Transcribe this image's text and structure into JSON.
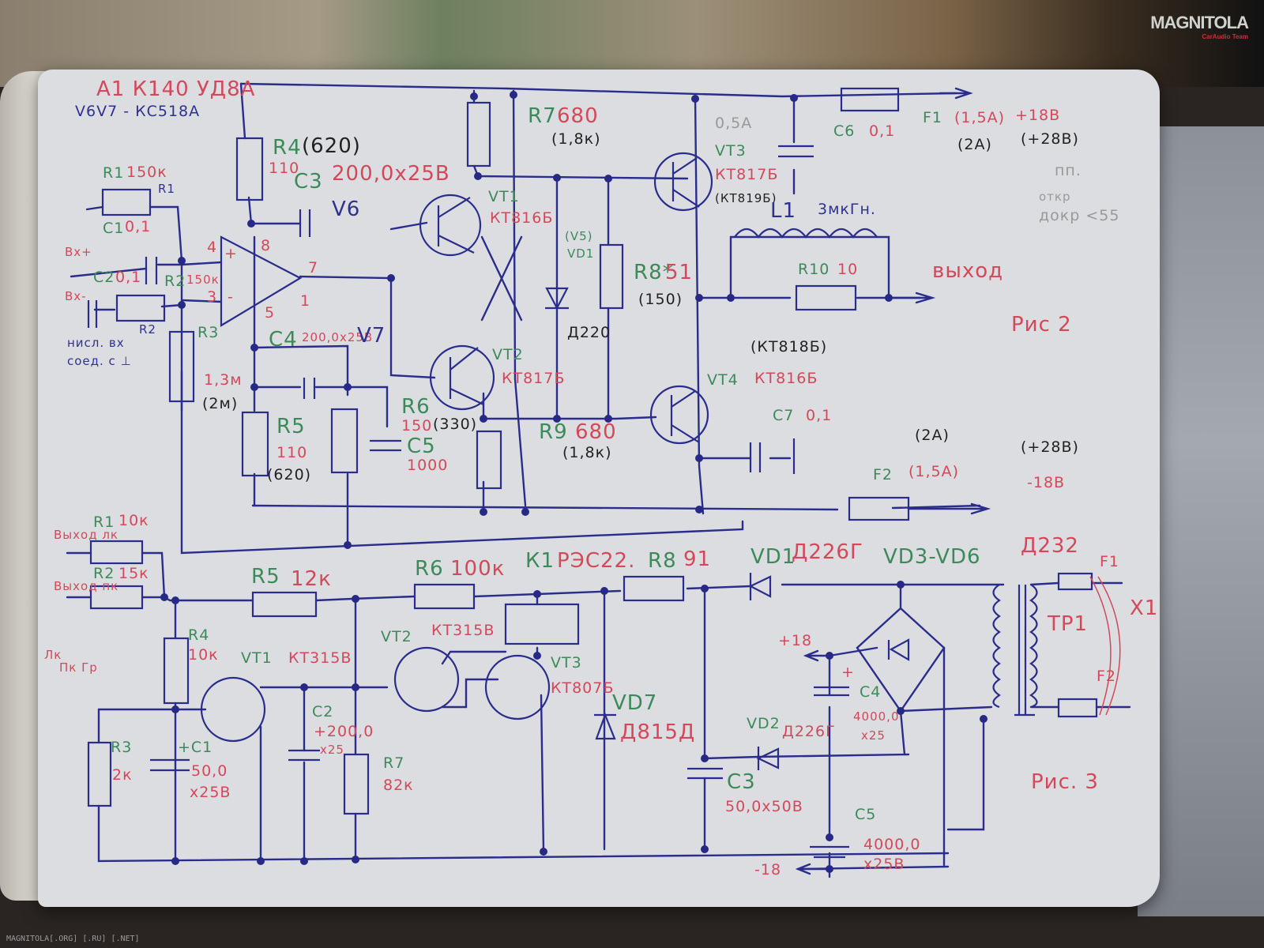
{
  "watermark": {
    "brand": "MAGNITOLA",
    "tagline": "CarAudio Team"
  },
  "footer": {
    "text": "MAGNITOLA[.ORG] [.RU] [.NET]"
  },
  "fig2": {
    "title": "Рис 2",
    "header_chip": "A1 К140 УД8А",
    "header_zener": "V6V7 - КС518А",
    "r1": {
      "name": "R1",
      "value": "150к",
      "alt_name": "R1"
    },
    "c1": {
      "name": "C1",
      "value": "0,1"
    },
    "c2": {
      "name": "C2",
      "value": "0,1"
    },
    "r2": {
      "name": "R2",
      "value": "150к",
      "alt_name": "R2"
    },
    "in_plus": "Вх+",
    "in_minus": "Вх-",
    "input_note_1": "нисл. вх",
    "input_note_2": "соед. с ⊥",
    "r3": {
      "name": "R3",
      "value": "1,3м",
      "alt": "(2м)"
    },
    "r4": {
      "name": "R4",
      "value": "110",
      "alt": "(620)"
    },
    "r5": {
      "name": "R5",
      "value": "110",
      "alt": "(620)"
    },
    "r6": {
      "name": "R6",
      "value": "150",
      "alt": "(330)"
    },
    "r7": {
      "name": "R7",
      "value": "680",
      "alt": "(1,8к)"
    },
    "r8": {
      "name": "R8*",
      "value": "51",
      "alt": "(150)"
    },
    "r9": {
      "name": "R9",
      "value": "680",
      "alt": "(1,8к)"
    },
    "r10": {
      "name": "R10",
      "value": "10"
    },
    "c3": {
      "name": "C3",
      "value": "200,0х25В"
    },
    "c4": {
      "name": "C4",
      "value": "200,0х25В"
    },
    "c5": {
      "name": "C5",
      "value": "1000"
    },
    "c6": {
      "name": "C6",
      "value": "0,1"
    },
    "c7": {
      "name": "C7",
      "value": "0,1"
    },
    "v6": "V6",
    "v7": "V7",
    "pins": {
      "p4": "4",
      "p3": "3",
      "p8": "8",
      "p7": "7",
      "p5": "5",
      "p1": "1",
      "plus": "+",
      "minus": "-"
    },
    "vt1": {
      "name": "VT1",
      "type": "КТ816Б"
    },
    "vt2": {
      "name": "VT2",
      "type": "КТ817Б"
    },
    "vt3": {
      "name": "VT3",
      "type": "КТ817Б",
      "alt": "(КТ819Б)",
      "fuse_note": "0,5А"
    },
    "vt4": {
      "name": "VT4",
      "type": "КТ816Б",
      "alt": "(КТ818Б)"
    },
    "vd1": {
      "name": "VD1",
      "alt_name": "(V5)",
      "type": "Д220"
    },
    "l1": {
      "name": "L1",
      "value": "3мкГн."
    },
    "f1": {
      "name": "F1",
      "value": "(1,5А)",
      "alt": "(2А)",
      "rail": "+18В",
      "rail_alt": "(+28В)"
    },
    "f2": {
      "name": "F2",
      "value": "(1,5А)",
      "alt": "(2А)",
      "rail": "-18В",
      "rail_alt": "(+28В)"
    },
    "output": "выход",
    "pencil_note": [
      "пп.",
      "откр",
      "докр <55"
    ]
  },
  "fig3": {
    "title": "Рис. 3",
    "r1": {
      "name": "R1",
      "value": "10к"
    },
    "r2": {
      "name": "R2",
      "value": "15к"
    },
    "r3": {
      "name": "R3",
      "value": "2к"
    },
    "r4": {
      "name": "R4",
      "value": "10к"
    },
    "r5": {
      "name": "R5",
      "value": "12к"
    },
    "r6": {
      "name": "R6",
      "value": "100к"
    },
    "r7": {
      "name": "R7",
      "value": "82к"
    },
    "r8": {
      "name": "R8",
      "value": "91"
    },
    "c1": {
      "name": "+C1",
      "value": "50,0",
      "voltage": "х25В"
    },
    "c2": {
      "name": "C2",
      "value": "+200,0",
      "voltage": "х25"
    },
    "c3": {
      "name": "C3",
      "value": "50,0х50В"
    },
    "c4": {
      "name": "C4",
      "value": "4000,0",
      "voltage": "х25"
    },
    "c5": {
      "name": "C5",
      "value": "4000,0",
      "voltage": "х25В"
    },
    "vt1": {
      "name": "VT1",
      "type": "КТ315В"
    },
    "vt2": {
      "name": "VT2",
      "type": "КТ315В"
    },
    "vt3": {
      "name": "VT3",
      "type": "КТ807Б"
    },
    "k1": {
      "name": "К1",
      "type": "РЭС22."
    },
    "vd1": {
      "name": "VD1",
      "type": "Д226Г"
    },
    "vd2": {
      "name": "VD2",
      "type": "Д226Г"
    },
    "vd7": {
      "name": "VD7",
      "type": "Д815Д"
    },
    "bridge": {
      "name": "VD3-VD6",
      "type": "Д232"
    },
    "tr1": "ТР1",
    "fuse1": "F1",
    "fuse2": "F2",
    "x1": "Х1",
    "plus18": "+18",
    "minus18": "-18",
    "plus": "+",
    "in1": "Выход лк",
    "in2": "Выход пк",
    "spk_l": "Лк",
    "spk_r": "Пк Гр"
  }
}
